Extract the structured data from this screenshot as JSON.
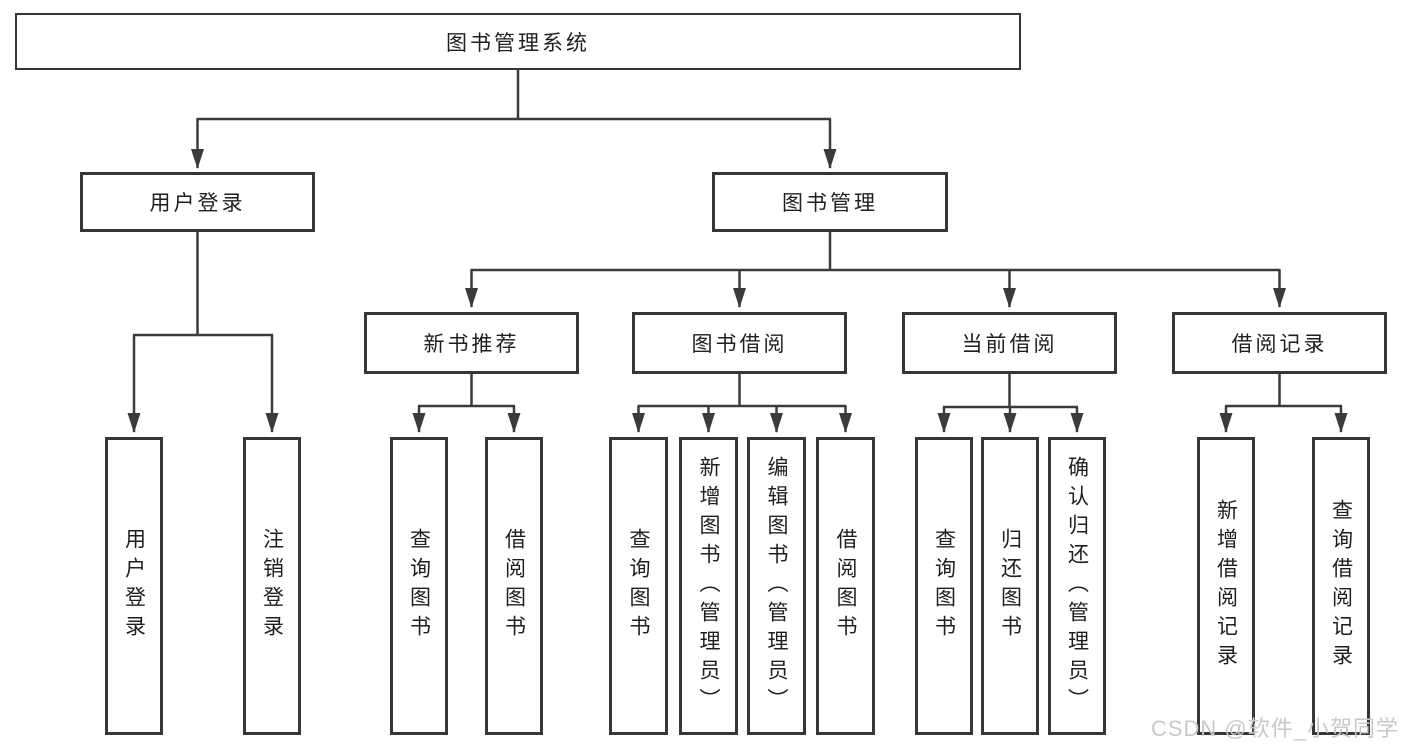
{
  "colors": {
    "line": "#3b3b3b",
    "box_border": "#363636",
    "text": "#1f1f1f",
    "watermark": "#c9c9c9"
  },
  "watermark": "CSDN @软件_小贺同学",
  "tree": {
    "root": "图书管理系统",
    "children": [
      {
        "label": "用户登录",
        "children": [
          {
            "label": "用户登录"
          },
          {
            "label": "注销登录"
          }
        ]
      },
      {
        "label": "图书管理",
        "children": [
          {
            "label": "新书推荐",
            "children": [
              {
                "label": "查询图书"
              },
              {
                "label": "借阅图书"
              }
            ]
          },
          {
            "label": "图书借阅",
            "children": [
              {
                "label": "查询图书"
              },
              {
                "label": "新增图书（管理员）"
              },
              {
                "label": "编辑图书（管理员）"
              },
              {
                "label": "借阅图书"
              }
            ]
          },
          {
            "label": "当前借阅",
            "children": [
              {
                "label": "查询图书"
              },
              {
                "label": "归还图书"
              },
              {
                "label": "确认归还（管理员）"
              }
            ]
          },
          {
            "label": "借阅记录",
            "children": [
              {
                "label": "新增借阅记录"
              },
              {
                "label": "查询借阅记录"
              }
            ]
          }
        ]
      }
    ]
  }
}
